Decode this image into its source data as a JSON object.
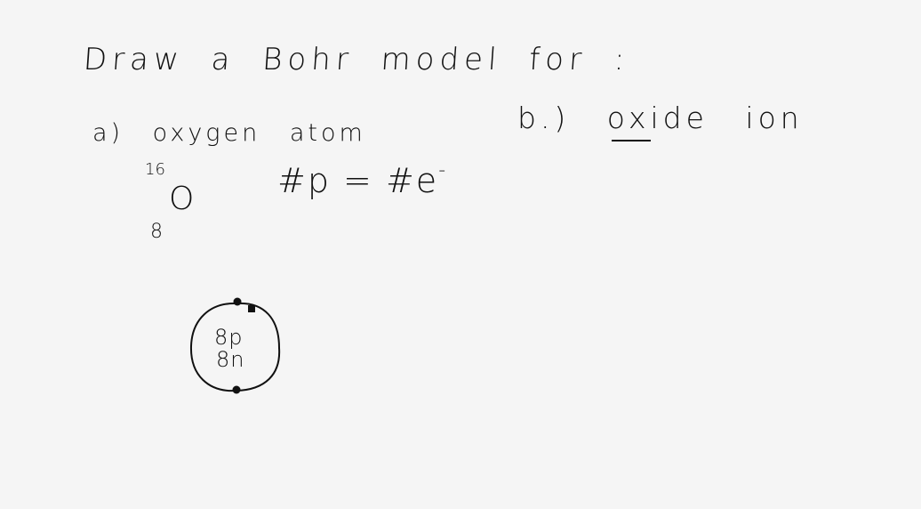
{
  "prompt": {
    "title": "Draw a Bohr model for :",
    "part_a": "a) oxygen atom",
    "part_b": "b.) oxide ion"
  },
  "isotope": {
    "mass_number": "16",
    "symbol": "O",
    "atomic_number": "8"
  },
  "equation": {
    "text": "#p = #e",
    "superscript": "-"
  },
  "bohr_diagram": {
    "protons_label": "8p",
    "neutrons_label": "8n",
    "electrons_drawn": 3
  },
  "colors": {
    "background": "#f5f5f5",
    "ink": "#111111"
  }
}
